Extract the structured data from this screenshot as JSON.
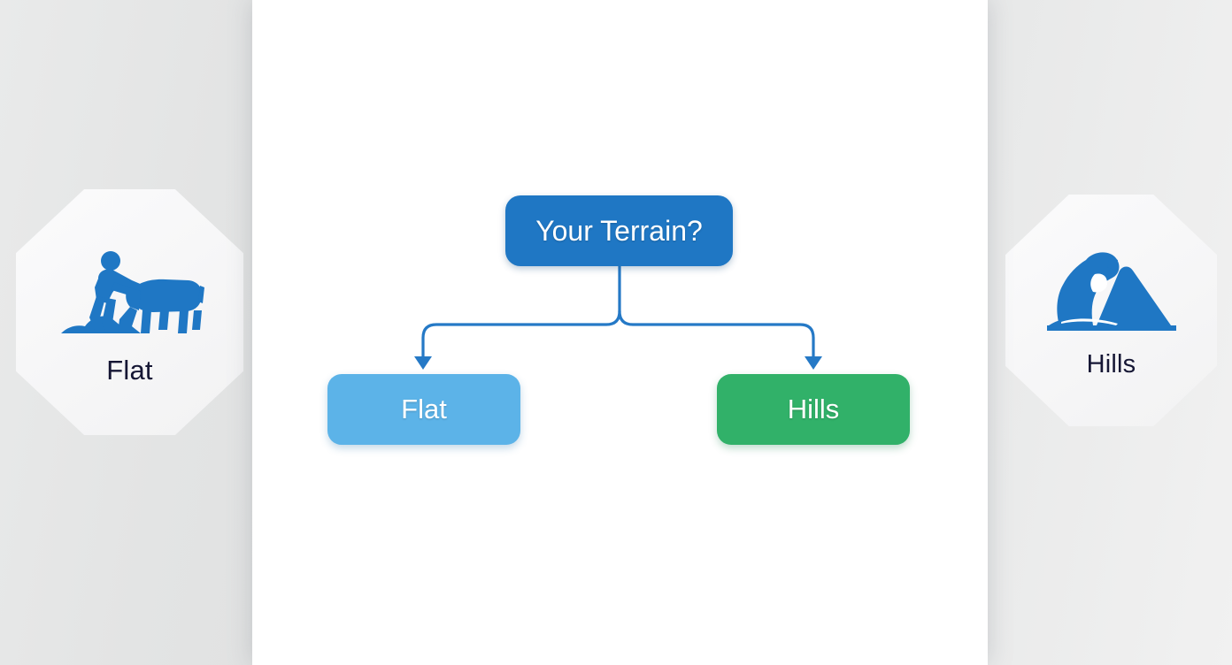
{
  "canvas": {
    "background_color": "#ffffff",
    "page_background_color": "#e4e5e5"
  },
  "flowchart": {
    "type": "decision-tree",
    "root": {
      "id": "root",
      "label": "Your Terrain?",
      "color": "#1f77c4",
      "text_color": "#ffffff"
    },
    "branches": [
      {
        "id": "flat",
        "label": "Flat",
        "color": "#5cb3e8",
        "text_color": "#ffffff"
      },
      {
        "id": "hills",
        "label": "Hills",
        "color": "#31b169",
        "text_color": "#ffffff"
      }
    ],
    "connector_color": "#2579c6"
  },
  "side_cards": [
    {
      "id": "flat-card",
      "position": "left",
      "label": "Flat",
      "icon": "farmer-plowing-with-ox-icon",
      "icon_color": "#1f77c4",
      "label_color": "#151634",
      "card_color": "#f7f7f8"
    },
    {
      "id": "hills-card",
      "position": "right",
      "label": "Hills",
      "icon": "flexed-bicep-mountain-icon",
      "icon_color": "#1f77c4",
      "label_color": "#151634",
      "card_color": "#f7f7f8"
    }
  ]
}
